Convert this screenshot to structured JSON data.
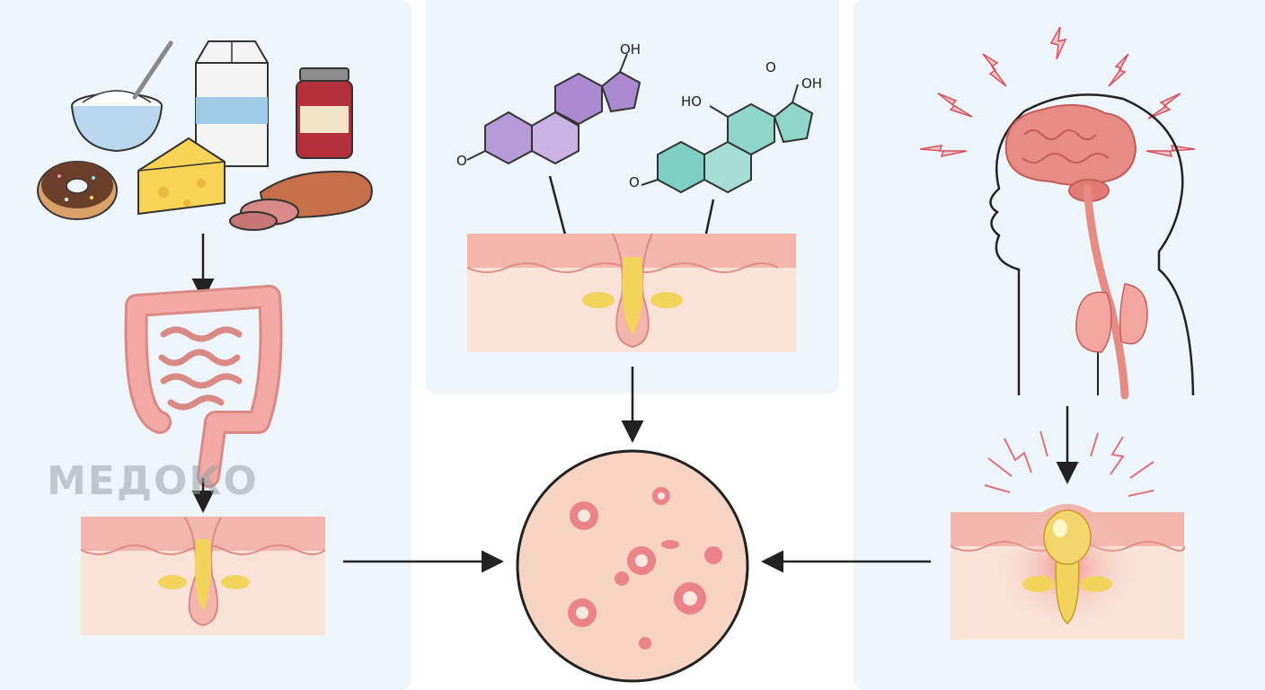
{
  "watermark": {
    "text": "МЕДОКО"
  },
  "molecules": {
    "testosterone": {
      "hydroxyl": "OH",
      "ketone": "O"
    },
    "cortisol_like": {
      "hydroxyl": "HO",
      "carboxyl": "OH",
      "carboxyl_o": "O",
      "ketone": "O"
    }
  },
  "colors": {
    "panel_bg": "#eef5fa",
    "skin": "#f7d6c9",
    "skin_dark": "#e9a99b",
    "sebum": "#f2d45c",
    "brain": "#e78c84",
    "steroid_purple": "#b79bd8",
    "steroid_teal": "#7ecfc3",
    "acne_spot": "#e66a77",
    "arrow": "#222222"
  },
  "icons": [
    "sugar-bowl-icon",
    "milk-carton-icon",
    "jam-jar-icon",
    "donut-icon",
    "cheese-icon",
    "meat-icon",
    "intestine-icon",
    "brain-icon",
    "lightning-icon",
    "lungs-icon",
    "hair-follicle-icon",
    "inflamed-pore-icon",
    "acne-skin-circle-icon"
  ]
}
